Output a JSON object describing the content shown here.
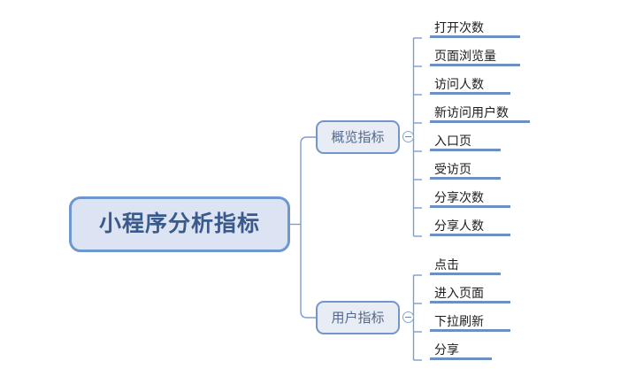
{
  "diagram": {
    "type": "mind-map",
    "title": "小程序分析指标",
    "background_color": "#ffffff",
    "colors": {
      "root_fill": "#dce3f2",
      "root_border": "#6e97cf",
      "root_text": "#3a5a8c",
      "branch_fill": "#e8ecf5",
      "branch_border": "#7396ca",
      "branch_text": "#54698c",
      "leaf_text": "#1d1d1d",
      "underline": "#6c8fc4",
      "connector": "#7b9ed0"
    },
    "root": {
      "label": "小程序分析指标"
    },
    "branches": [
      {
        "label": "概览指标",
        "toggle_icon": "minus-circle-icon",
        "toggle_state": "expanded",
        "leaves": [
          {
            "label": "打开次数"
          },
          {
            "label": "页面浏览量"
          },
          {
            "label": "访问人数"
          },
          {
            "label": "新访问用户数"
          },
          {
            "label": "入口页"
          },
          {
            "label": "受访页"
          },
          {
            "label": "分享次数"
          },
          {
            "label": "分享人数"
          }
        ]
      },
      {
        "label": "用户指标",
        "toggle_icon": "minus-circle-icon",
        "toggle_state": "expanded",
        "leaves": [
          {
            "label": "点击"
          },
          {
            "label": "进入页面"
          },
          {
            "label": "下拉刷新"
          },
          {
            "label": "分享"
          }
        ]
      }
    ]
  }
}
